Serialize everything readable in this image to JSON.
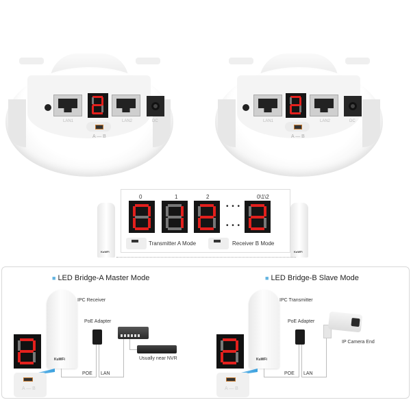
{
  "top_devices": [
    {
      "id": "left",
      "ports": [
        "LAN1",
        "LAN2",
        "DC"
      ],
      "led_digit": "2",
      "switch_label": "A — B"
    },
    {
      "id": "right",
      "ports": [
        "LAN1",
        "LAN2",
        "DC"
      ],
      "led_digit": "2",
      "switch_label": "A — B"
    }
  ],
  "mode_strip": {
    "columns": [
      {
        "label": "0",
        "digit": "0"
      },
      {
        "label": "1",
        "digit": "1"
      },
      {
        "label": "2",
        "digit": "2"
      },
      {
        "label": "0\\1\\2",
        "digit": "2"
      }
    ],
    "ellipsis": "• • •",
    "transmitter_label": "Transmitter A Mode",
    "receiver_label": "Receiver B Mode",
    "brand_small": "KuWFi"
  },
  "scenarios": [
    {
      "title": "LED Bridge-A Master Mode",
      "device_label": "IPC Receiver",
      "adapter_label": "PoE Adapter",
      "poe_label": "POE",
      "lan_label": "LAN",
      "endpoint_label": "Usually near NVR",
      "brand": "KuWFi",
      "led_digit": "2",
      "switch_label": "A — B"
    },
    {
      "title": "LED Bridge-B Slave Mode",
      "device_label": "IPC Transmitter",
      "adapter_label": "PoE Adapter",
      "poe_label": "POE",
      "lan_label": "LAN",
      "endpoint_label": "IP Camera End",
      "brand": "KuWFi",
      "led_digit": "2",
      "switch_label": "A — B"
    }
  ],
  "colors": {
    "led_on": "#e3201d",
    "led_off": "#777777",
    "bullet": "#62b3e0",
    "panel_border": "#d8d8d8"
  }
}
